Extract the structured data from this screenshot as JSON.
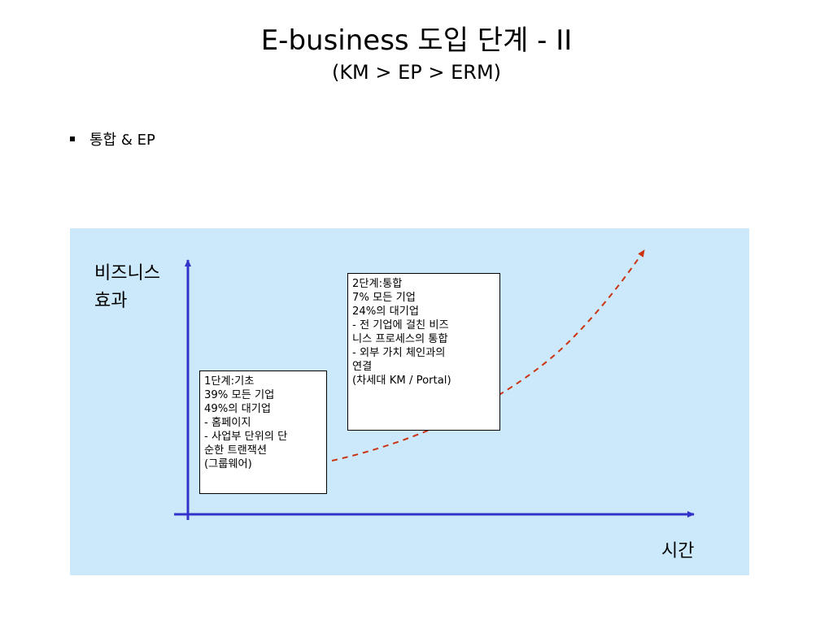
{
  "slide": {
    "title": "E-business 도입 단계 - II",
    "subtitle": "(KM > EP > ERM)",
    "bullet": "통합 & EP"
  },
  "diagram": {
    "panel_color": "#cce9fb",
    "axis_color": "#3333cc",
    "curve_color": "#cc3311",
    "y_axis_label_line1": "비즈니스",
    "y_axis_label_line2": "효과",
    "x_axis_label": "시간",
    "stage1": {
      "lines": [
        "1단계:기초",
        "39% 모든 기업",
        "49%의 대기업",
        "- 홈페이지",
        "- 사업부 단위의 단",
        "순한 트랜잭션",
        "(그룹웨어)"
      ]
    },
    "stage2": {
      "lines": [
        "2단계:통합",
        "7% 모든 기업",
        "24%의 대기업",
        "- 전 기업에 걸친 비즈",
        "니스 프로세스의 통합",
        "- 외부 가치 체인과의",
        "연결",
        "(차세대 KM / Portal)"
      ]
    }
  }
}
